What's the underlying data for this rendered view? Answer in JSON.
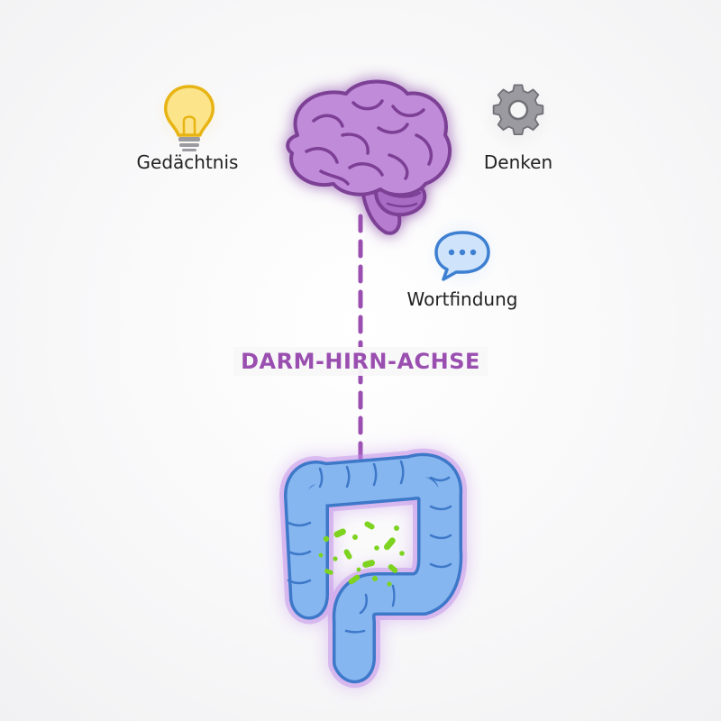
{
  "labels": {
    "memory": "Gedächtnis",
    "thinking": "Denken",
    "word_finding": "Wortfindung",
    "axis": "DARM-HIRN-ACHSE"
  },
  "icons": {
    "memory": "lightbulb-icon",
    "thinking": "gear-icon",
    "word_finding": "speech-bubble-icon",
    "brain": "brain-icon",
    "gut": "intestine-icon"
  },
  "colors": {
    "brain": "#b57bcf",
    "brain_stroke": "#7c3f95",
    "gut": "#7fb0ec",
    "gut_stroke": "#3d78c9",
    "bacteria": "#7ed321",
    "axis_line": "#9a4fb0",
    "bulb": "#f5c842",
    "gear": "#8e8e93",
    "bubble": "#4a90e2"
  }
}
